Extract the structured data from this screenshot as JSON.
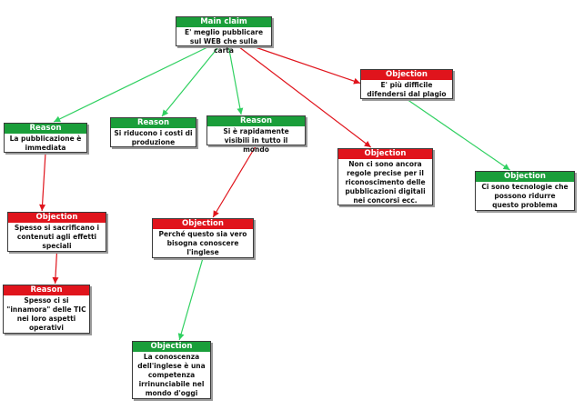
{
  "colors": {
    "support": "#1a9e3a",
    "objection": "#e0141c",
    "support_edge": "#2fd060",
    "objection_edge": "#e0141c"
  },
  "nodes": [
    {
      "id": "main",
      "type": "support",
      "header": "Main claim",
      "text": "E' meglio pubblicare\nsul WEB che sulla carta"
    },
    {
      "id": "r1",
      "type": "support",
      "header": "Reason",
      "text": "La pubblicazione è\nimmediata"
    },
    {
      "id": "r2",
      "type": "support",
      "header": "Reason",
      "text": "Si riducono i costi di\nproduzione"
    },
    {
      "id": "r3",
      "type": "support",
      "header": "Reason",
      "text": "Si è rapidamente\nvisibili in tutto il mondo"
    },
    {
      "id": "o1",
      "type": "objection",
      "header": "Objection",
      "text": "E' più difficile\ndifendersi dal plagio"
    },
    {
      "id": "o2",
      "type": "objection",
      "header": "Objection",
      "text": "Non ci sono ancora\nregole precise per il\nriconoscimento delle\npubblicazioni digitali\nnei concorsi ecc."
    },
    {
      "id": "o3",
      "type": "support",
      "header": "Objection",
      "text": "Ci sono tecnologie che\npossono ridurre\nquesto problema"
    },
    {
      "id": "o4",
      "type": "objection",
      "header": "Objection",
      "text": "Spesso si sacrificano i\ncontenuti agli effetti\nspeciali"
    },
    {
      "id": "r4",
      "type": "objection",
      "header": "Reason",
      "text": "Spesso ci si\n\"innamora\" delle TIC\nnei loro aspetti\noperativi"
    },
    {
      "id": "o5",
      "type": "objection",
      "header": "Objection",
      "text": "Perché questo sia vero\nbisogna conoscere\nl'inglese"
    },
    {
      "id": "o6",
      "type": "support",
      "header": "Objection",
      "text": "La conoscenza\ndell'inglese è una\ncompetenza\nirrinunciabile nel\nmondo d'oggi"
    }
  ],
  "edges": [
    {
      "from": "main",
      "to": "r1",
      "kind": "support"
    },
    {
      "from": "main",
      "to": "r2",
      "kind": "support"
    },
    {
      "from": "main",
      "to": "r3",
      "kind": "support"
    },
    {
      "from": "main",
      "to": "o1",
      "kind": "objection"
    },
    {
      "from": "main",
      "to": "o2",
      "kind": "objection"
    },
    {
      "from": "o1",
      "to": "o3",
      "kind": "support"
    },
    {
      "from": "r1",
      "to": "o4",
      "kind": "objection"
    },
    {
      "from": "o4",
      "to": "r4",
      "kind": "objection"
    },
    {
      "from": "r3",
      "to": "o5",
      "kind": "objection"
    },
    {
      "from": "o5",
      "to": "o6",
      "kind": "support"
    }
  ]
}
